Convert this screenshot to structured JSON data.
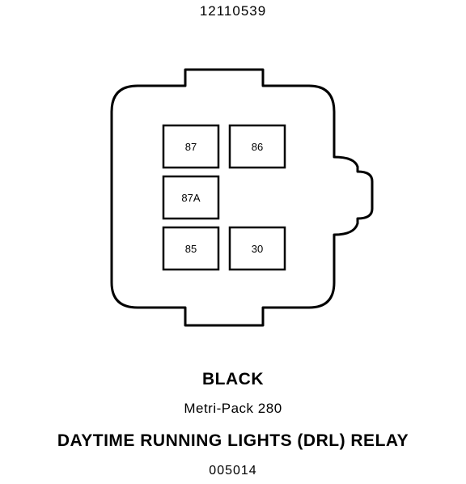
{
  "part_number": "12110539",
  "connector": {
    "pins": [
      {
        "id": "pin-87",
        "label": "87"
      },
      {
        "id": "pin-86",
        "label": "86"
      },
      {
        "id": "pin-87a",
        "label": "87A"
      },
      {
        "id": "pin-85",
        "label": "85"
      },
      {
        "id": "pin-30",
        "label": "30"
      }
    ]
  },
  "caption": {
    "color": "BLACK",
    "series": "Metri-Pack 280",
    "title": "DAYTIME RUNNING LIGHTS (DRL) RELAY",
    "code": "005014"
  }
}
